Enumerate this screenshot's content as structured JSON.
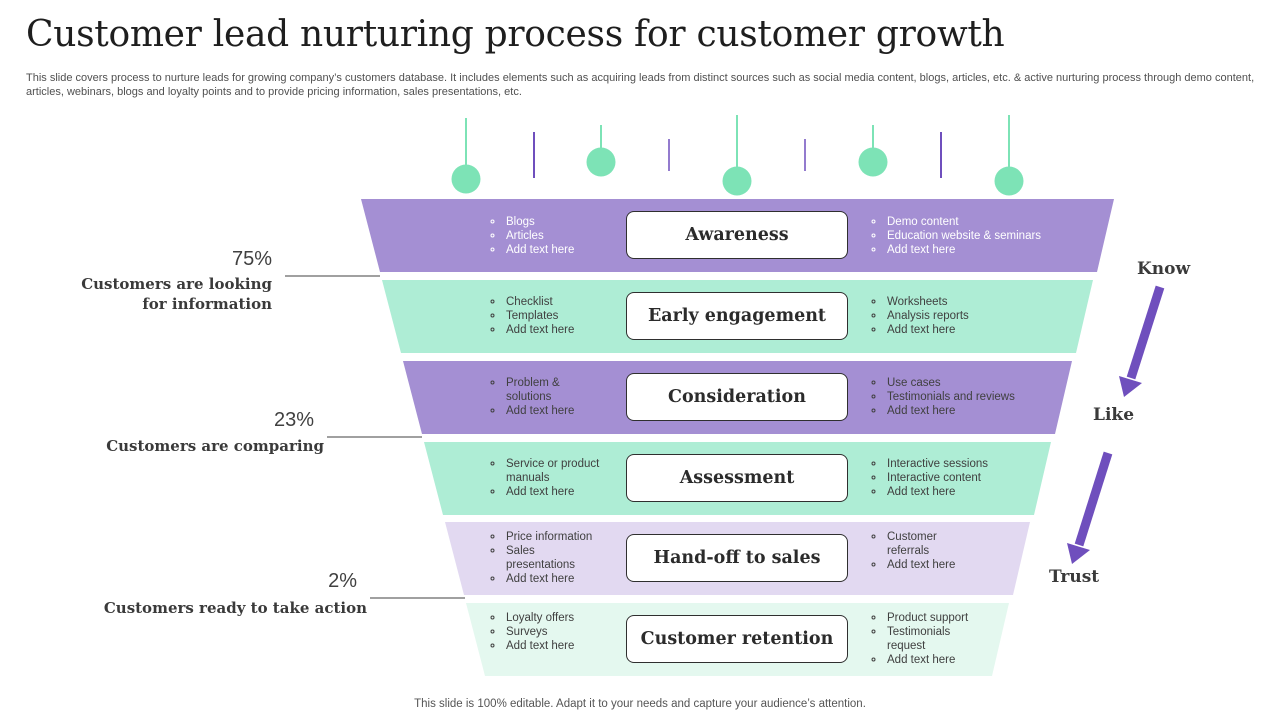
{
  "title": "Customer lead nurturing process for customer growth",
  "subtitle": "This slide covers process to nurture leads for growing company’s customers database. It includes elements such as acquiring leads from distinct sources such as social media content, blogs, articles, etc. & active nurturing process through demo content, articles, webinars, blogs and loyalty points and to provide pricing information, sales presentations, etc.",
  "footer": "This slide is 100% editable. Adapt it to your needs and capture your audience’s attention.",
  "colors": {
    "purple": "#a48fd3",
    "mint": "#aeedd5",
    "light_purple": "#e2d9f1",
    "light_mint": "#e4f8ef",
    "dot_mint": "#7de3b6",
    "arrow_purple": "#6f4fbd"
  },
  "stages": [
    {
      "name": "Awareness",
      "left": [
        "Blogs",
        "Articles",
        "Add text here"
      ],
      "right": [
        "Demo content",
        "Education website & seminars",
        "Add text here"
      ]
    },
    {
      "name": "Early engagement",
      "left": [
        "Checklist",
        "Templates",
        "Add text here"
      ],
      "right": [
        "Worksheets",
        "Analysis reports",
        "Add text here"
      ]
    },
    {
      "name": "Consideration",
      "left": [
        "Problem & solutions",
        "Add text here"
      ],
      "right": [
        "Use cases",
        "Testimonials and reviews",
        "Add text here"
      ]
    },
    {
      "name": "Assessment",
      "left": [
        "Service or product manuals",
        "Add text here"
      ],
      "right": [
        "Interactive sessions",
        "Interactive content",
        "Add text here"
      ]
    },
    {
      "name": "Hand-off to sales",
      "left": [
        "Price information",
        "Sales presentations",
        "Add text here"
      ],
      "right": [
        "Customer referrals",
        "Add text here"
      ]
    },
    {
      "name": "Customer retention",
      "left": [
        "Loyalty offers",
        "Surveys",
        "Add text here"
      ],
      "right": [
        "Product support",
        "Testimonials request",
        "Add text here"
      ]
    }
  ],
  "stats": [
    {
      "value": "75%",
      "label": "Customers are looking for information"
    },
    {
      "value": "23%",
      "label": "Customers are comparing"
    },
    {
      "value": "2%",
      "label": "Customers ready to take action"
    }
  ],
  "side_labels": [
    "Know",
    "Like",
    "Trust"
  ]
}
